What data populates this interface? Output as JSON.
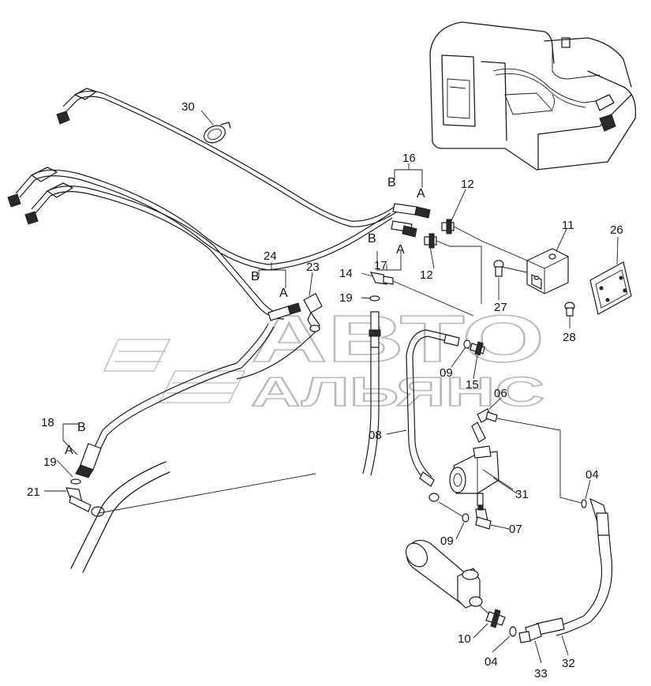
{
  "watermark": {
    "line1": "АВТО",
    "line2": "АЛЬЯНС"
  },
  "part_labels": {
    "p30": "30",
    "p16": "16",
    "p12a": "12",
    "p12b": "12",
    "p11": "11",
    "p26": "26",
    "p24": "24",
    "p23": "23",
    "p14": "14",
    "p17": "17",
    "p19a": "19",
    "p27": "27",
    "p28": "28",
    "p09a": "09",
    "p15": "15",
    "p06": "06",
    "p18": "18",
    "p19b": "19",
    "p21": "21",
    "p08": "08",
    "p31": "31",
    "p04a": "04",
    "p09b": "09",
    "p07": "07",
    "p10": "10",
    "p04b": "04",
    "p33": "33",
    "p32": "32"
  },
  "port_labels": {
    "a16": "A",
    "b16": "B",
    "a17": "A",
    "b17": "B",
    "a24": "A",
    "b24": "B",
    "a18": "A",
    "b18": "B"
  }
}
